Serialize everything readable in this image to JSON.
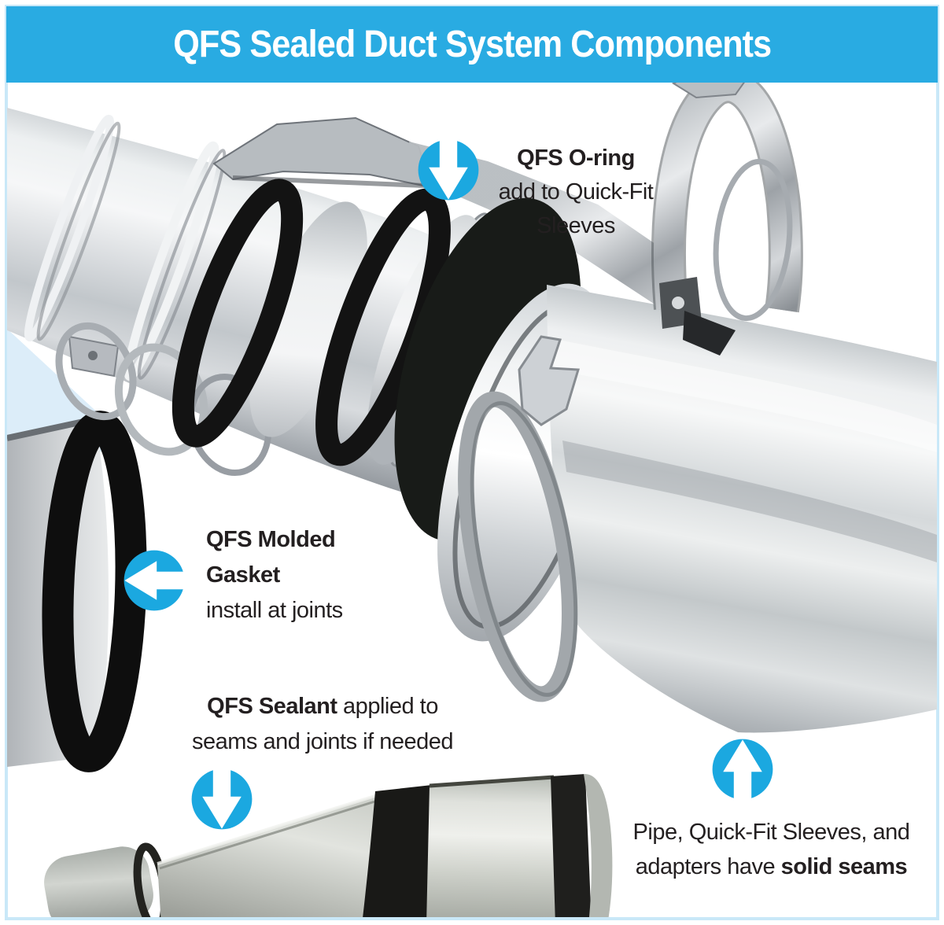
{
  "banner": {
    "title": "QFS Sealed Duct System Components"
  },
  "colors": {
    "banner_blue": "#29ABE2",
    "arrow_blue": "#1BA8E0",
    "frame_blue": "#C9E8F8",
    "text_dark": "#231F20"
  },
  "callouts": {
    "oring": {
      "icon": "circle-arrow-down-icon",
      "title": "QFS O-ring",
      "line1": "add to Quick-Fit",
      "line2": "Sleeves"
    },
    "molded_gasket": {
      "icon": "circle-arrow-left-icon",
      "title_line1": "QFS Molded",
      "title_line2": "Gasket",
      "note": "install at joints"
    },
    "sealant": {
      "icon": "circle-arrow-down-icon",
      "title": "QFS Sealant",
      "title_suffix": " applied to",
      "line2": "seams and joints if needed"
    },
    "solid_seams": {
      "icon": "circle-arrow-up-icon",
      "line1": "Pipe, Quick-Fit Sleeves, and",
      "line2_prefix": "adapters have ",
      "line2_bold": "solid seams"
    }
  }
}
